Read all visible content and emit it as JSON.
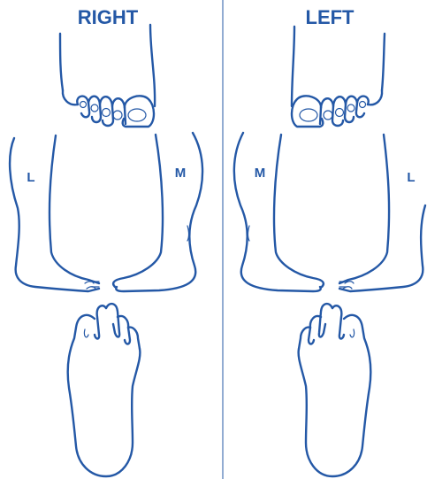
{
  "labels": {
    "right": "RIGHT",
    "left": "LEFT",
    "lateral": "L",
    "medial": "M"
  },
  "colors": {
    "ink": "#2458a6",
    "background": "#ffffff"
  }
}
